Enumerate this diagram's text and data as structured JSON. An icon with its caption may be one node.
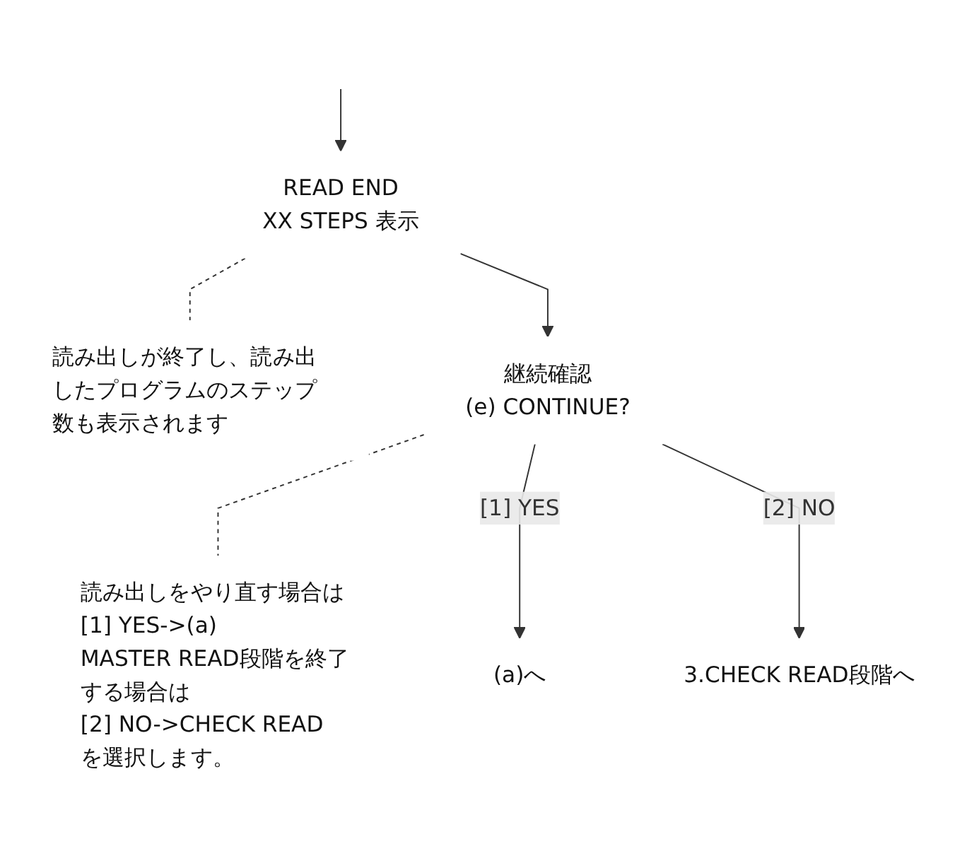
{
  "diagram": {
    "nodes": [
      {
        "text": [
          "READ END",
          "XX STEPS 表示"
        ]
      },
      {
        "text": [
          "読み出しが終了し、読み出したプログラムのステップ数も表示されます"
        ]
      },
      {
        "text": [
          "継続確認",
          "(e) CONTINUE?"
        ]
      },
      {
        "text": [
          "読み出しをやり直す場合は",
          "[1] YES->(a)",
          "MASTER READ段階を終了する場合は",
          "[2] NO->CHECK READ",
          "を選択します。"
        ]
      },
      {
        "text": [
          "(a)へ"
        ]
      },
      {
        "text": [
          "3.CHECK READ段階へ"
        ]
      }
    ],
    "edges": [
      {
        "from": null,
        "to": 0,
        "arrow": "to"
      },
      {
        "from": 0,
        "to": 1,
        "arrow": "none",
        "style": "dashed"
      },
      {
        "from": 0,
        "to": 2,
        "arrow": "to"
      },
      {
        "from": 2,
        "to": 3,
        "arrow": "none",
        "style": "dashed"
      },
      {
        "from": 2,
        "to": 4,
        "arrow": "to",
        "label": "[1] YES"
      },
      {
        "from": 2,
        "to": 5,
        "arrow": "to",
        "label": "[2] NO"
      }
    ]
  }
}
